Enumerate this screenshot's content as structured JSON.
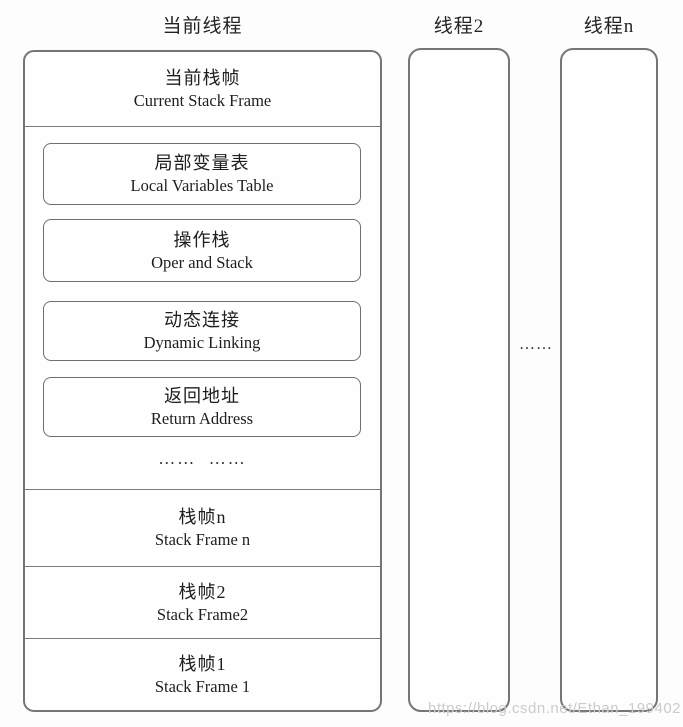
{
  "page": {
    "watermark": "https://blog.csdn.net/Ethan_199402"
  },
  "colors": {
    "border": "#757575",
    "text": "#1e1e1e",
    "watermark": "#cbcbcb",
    "background": "#fdfdfd"
  },
  "threads": {
    "current": {
      "title": "当前线程",
      "current_frame": {
        "zh": "当前栈帧",
        "en": "Current Stack Frame"
      },
      "components": [
        {
          "zh": "局部变量表",
          "en": "Local Variables Table"
        },
        {
          "zh": "操作栈",
          "en": "Oper and Stack"
        },
        {
          "zh": "动态连接",
          "en": "Dynamic Linking"
        },
        {
          "zh": "返回地址",
          "en": "Return Address"
        }
      ],
      "more_frames_ellipsis": "……  ……",
      "frames": [
        {
          "zh": "栈帧n",
          "en": "Stack Frame n"
        },
        {
          "zh": "栈帧2",
          "en": "Stack Frame2"
        },
        {
          "zh": "栈帧1",
          "en": "Stack Frame 1"
        }
      ]
    },
    "thread2": {
      "title": "线程2"
    },
    "threadn": {
      "title": "线程n"
    },
    "more_threads_ellipsis": "……"
  }
}
